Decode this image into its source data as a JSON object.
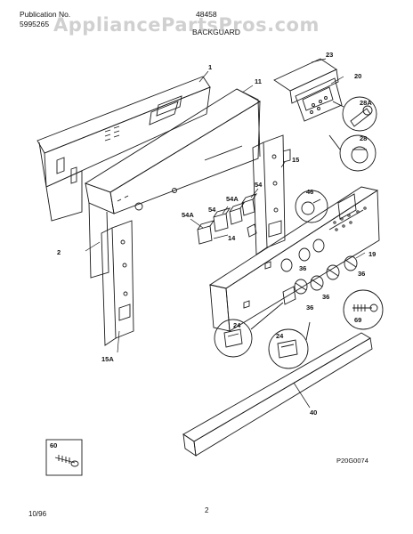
{
  "header": {
    "publication_label": "Publication No.",
    "publication_number": "5995265",
    "model": "48458",
    "section_title": "BACKGUARD",
    "watermark": "AppliancePartsPros.com"
  },
  "callouts": {
    "c1": "1",
    "c11": "11",
    "c23": "23",
    "c20": "20",
    "c28a": "28A",
    "c28": "28",
    "c15": "15",
    "c46": "46",
    "c54a_1": "54A",
    "c54_1": "54",
    "c54a_2": "54A",
    "c54_2": "54",
    "c14": "14",
    "c2": "2",
    "c19": "19",
    "c36_1": "36",
    "c36_2": "36",
    "c36_3": "36",
    "c36_4": "36",
    "c69": "69",
    "c24_1": "24",
    "c24_2": "24",
    "c15a": "15A",
    "c40": "40",
    "c60": "60"
  },
  "footer": {
    "diagram_code": "P20G0074",
    "date": "10/96",
    "page": "2"
  },
  "colors": {
    "line": "#1a1a1a",
    "watermark": "#969696"
  }
}
